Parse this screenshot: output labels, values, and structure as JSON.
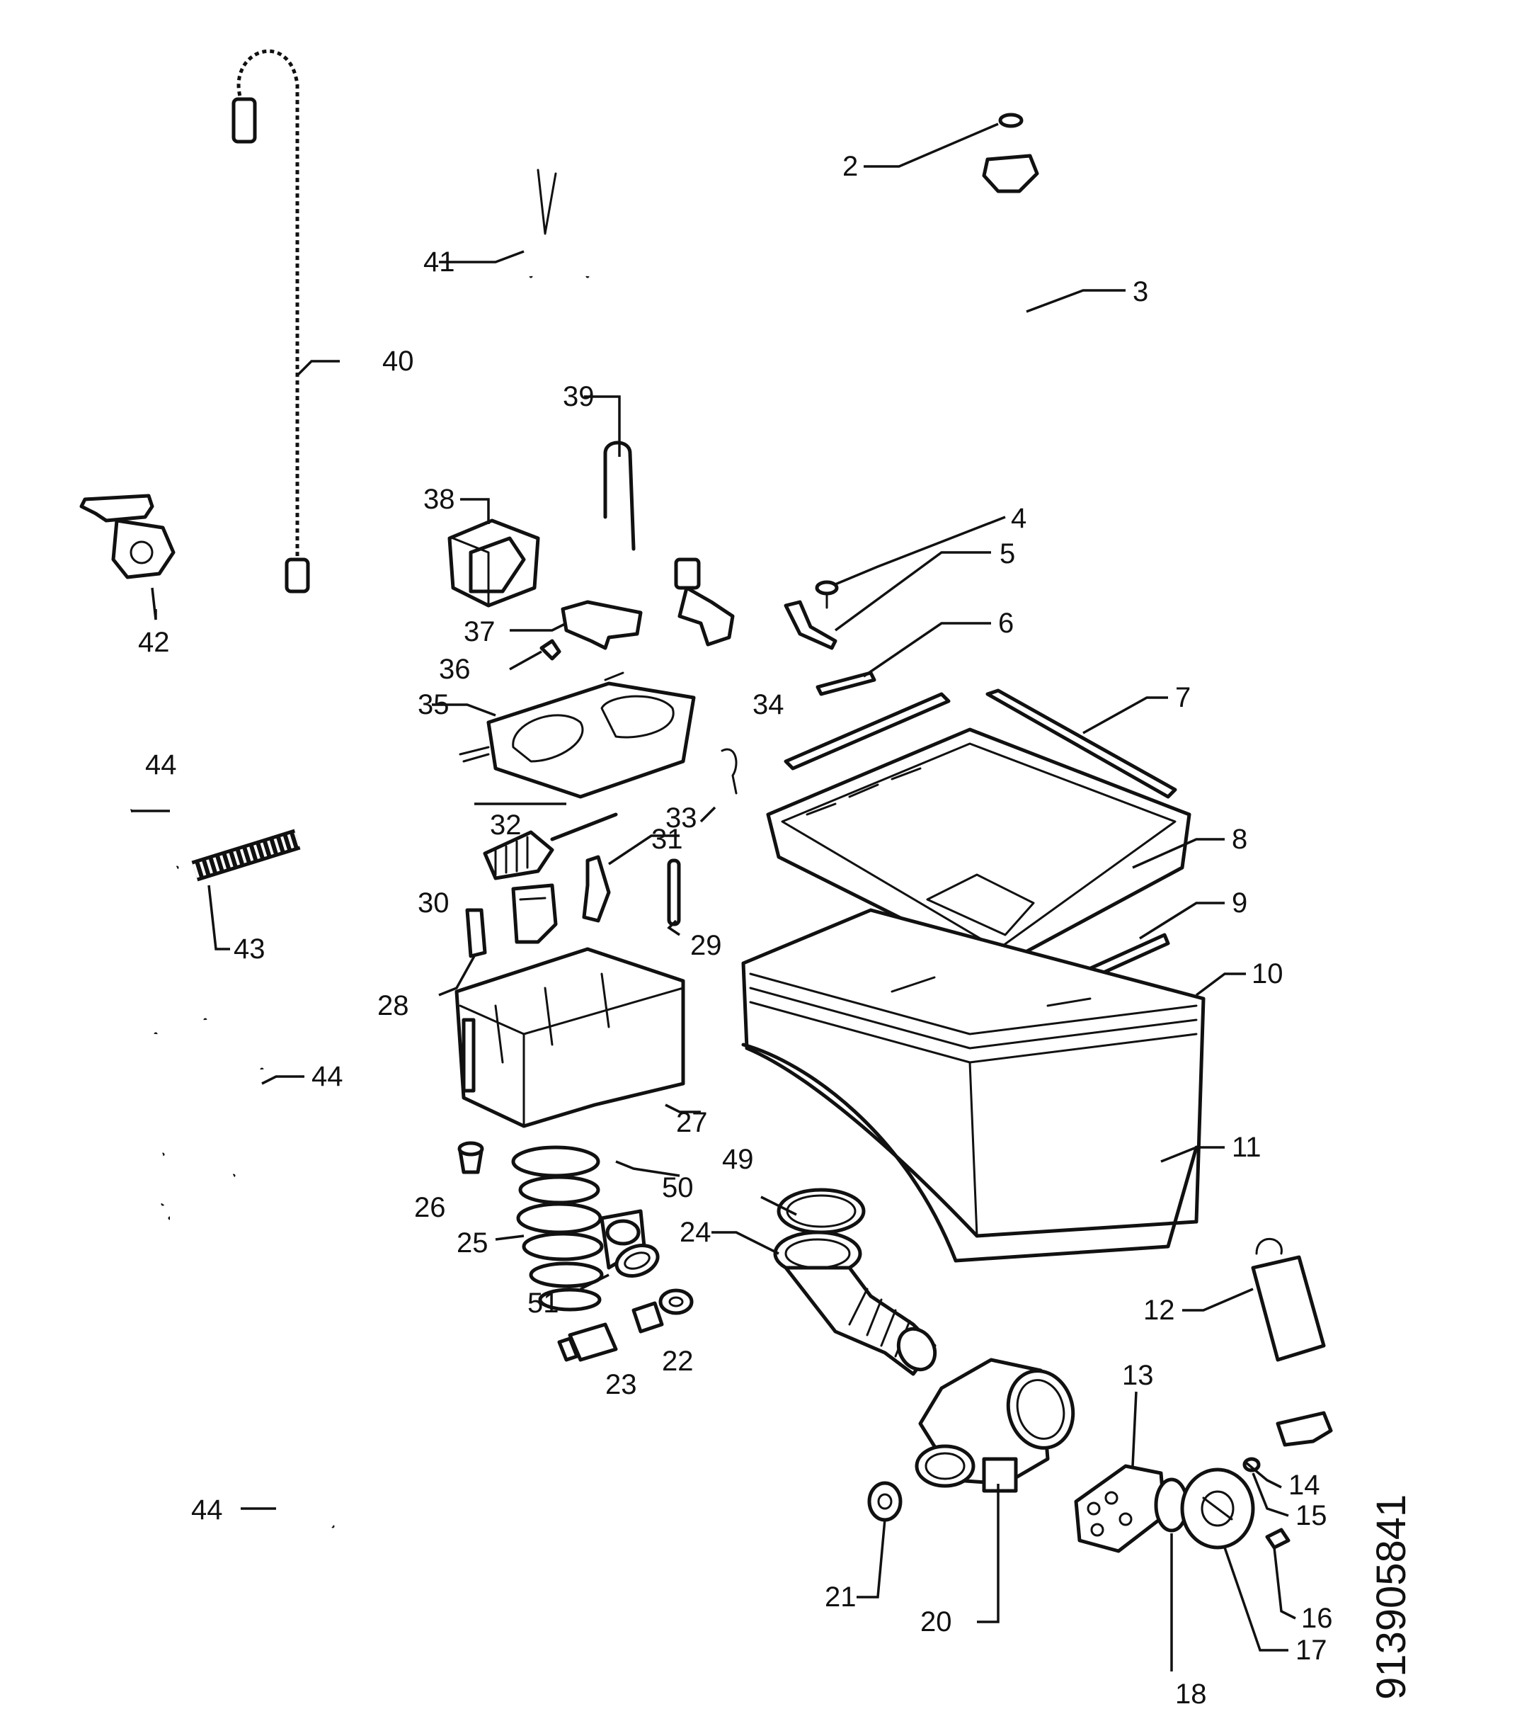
{
  "labels": {
    "2": "2",
    "3": "3",
    "4": "4",
    "5": "5",
    "6": "6",
    "7": "7",
    "8": "8",
    "9": "9",
    "10": "10",
    "11": "11",
    "12": "12",
    "13": "13",
    "14": "14",
    "15": "15",
    "16": "16",
    "17": "17",
    "18": "18",
    "20": "20",
    "21": "21",
    "22": "22",
    "23": "23",
    "24": "24",
    "25": "25",
    "26": "26",
    "27": "27",
    "28": "28",
    "29": "29",
    "30": "30",
    "31": "31",
    "32": "32",
    "33": "33",
    "34": "34",
    "35": "35",
    "36": "36",
    "37": "37",
    "38": "38",
    "39": "39",
    "40": "40",
    "41": "41",
    "42": "42",
    "43": "43",
    "44a": "44",
    "44b": "44",
    "44c": "44",
    "49": "49",
    "50": "50",
    "51": "51"
  },
  "drawing_code": "913905841"
}
